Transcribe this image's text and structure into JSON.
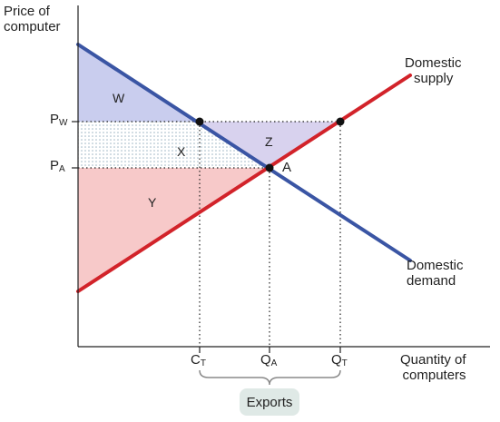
{
  "y_axis_label": [
    "Price of",
    "computer"
  ],
  "x_axis_label": [
    "Quantity of",
    "computers"
  ],
  "supply_label": [
    "Domestic",
    "supply"
  ],
  "demand_label": [
    "Domestic",
    "demand"
  ],
  "price_ticks": {
    "pw": {
      "main": "P",
      "sub": "W"
    },
    "pa": {
      "main": "P",
      "sub": "A"
    }
  },
  "quantity_ticks": {
    "ct": {
      "main": "C",
      "sub": "T"
    },
    "qa": {
      "main": "Q",
      "sub": "A"
    },
    "qt": {
      "main": "Q",
      "sub": "T"
    }
  },
  "areas": {
    "w": "W",
    "x": "X",
    "y": "Y",
    "z": "Z"
  },
  "equilibrium_label": "A",
  "exports_label": "Exports",
  "colors": {
    "supply": "#d2232a",
    "demand": "#3a55a4",
    "area_w": "#c9cdee",
    "area_y": "#f7c9c9",
    "area_z": "#d8d2ee",
    "area_x_dots": "#9fb6c4",
    "axis": "#222222",
    "exports_box": "#dfe9e6"
  }
}
